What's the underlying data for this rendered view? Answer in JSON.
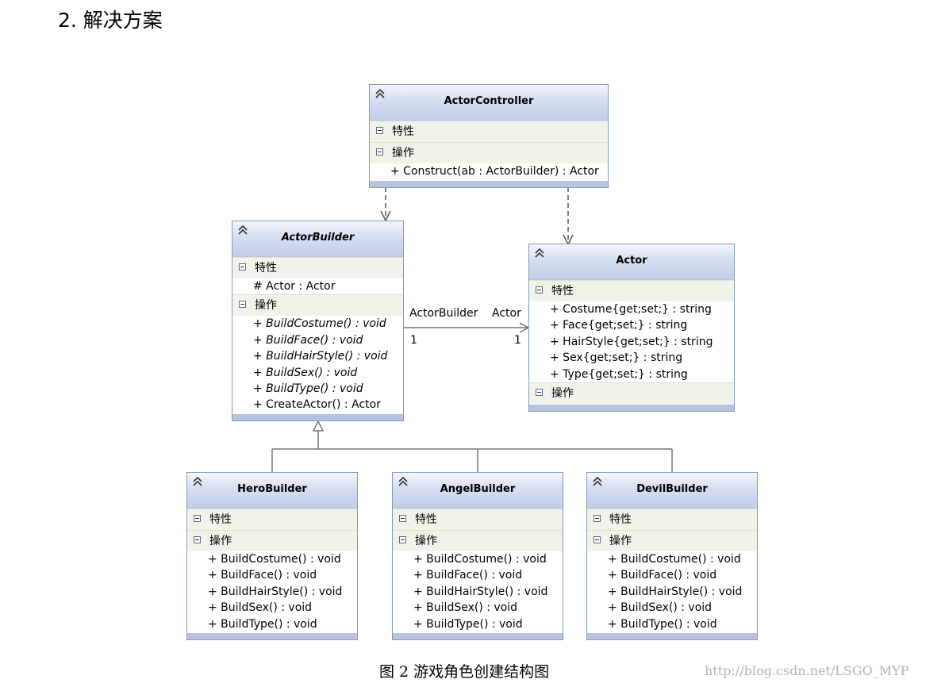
{
  "heading": "2. 解决方案",
  "sections": {
    "attributes": "特性",
    "operations": "操作"
  },
  "classes": {
    "actor_controller": {
      "name": "ActorController",
      "attributes": [],
      "operations": [
        "+ Construct(ab : ActorBuilder) : Actor"
      ]
    },
    "actor_builder": {
      "name": "ActorBuilder",
      "attributes": [
        "# Actor : Actor"
      ],
      "operations": [
        "+ BuildCostume() : void",
        "+ BuildFace() : void",
        "+ BuildHairStyle() : void",
        "+ BuildSex() : void",
        "+ BuildType() : void",
        "+ CreateActor() : Actor"
      ]
    },
    "actor": {
      "name": "Actor",
      "attributes": [
        "+ Costume{get;set;} : string",
        "+ Face{get;set;} : string",
        "+ HairStyle{get;set;} : string",
        "+ Sex{get;set;} : string",
        "+ Type{get;set;} : string"
      ],
      "operations": []
    },
    "hero_builder": {
      "name": "HeroBuilder",
      "attributes": [],
      "operations": [
        "+ BuildCostume() : void",
        "+ BuildFace() : void",
        "+ BuildHairStyle() : void",
        "+ BuildSex() : void",
        "+ BuildType() : void"
      ]
    },
    "angel_builder": {
      "name": "AngelBuilder",
      "attributes": [],
      "operations": [
        "+ BuildCostume() : void",
        "+ BuildFace() : void",
        "+ BuildHairStyle() : void",
        "+ BuildSex() : void",
        "+ BuildType() : void"
      ]
    },
    "devil_builder": {
      "name": "DevilBuilder",
      "attributes": [],
      "operations": [
        "+ BuildCostume() : void",
        "+ BuildFace() : void",
        "+ BuildHairStyle() : void",
        "+ BuildSex() : void",
        "+ BuildType() : void"
      ]
    }
  },
  "association": {
    "source_role": "ActorBuilder",
    "target_role": "Actor",
    "source_multiplicity": "1",
    "target_multiplicity": "1"
  },
  "caption": "图 2  游戏角色创建结构图",
  "watermark": "http://blog.csdn.net/LSGO_MYP",
  "colors": {
    "header_gradient_bottom": "#c2cde9",
    "border": "#7f9db9",
    "section_bg": "#f1f3eb",
    "footer": "#b7c3e0"
  }
}
